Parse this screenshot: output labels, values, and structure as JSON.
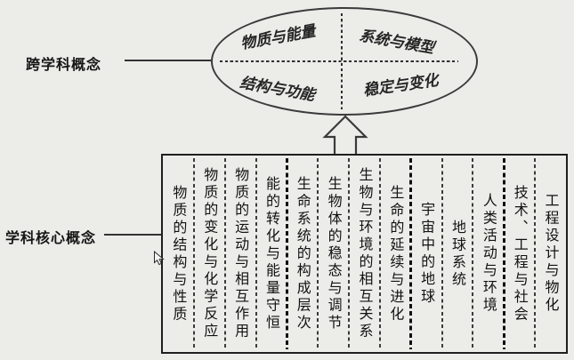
{
  "cross_disciplinary": {
    "label": "跨学科概念",
    "quadrants": [
      {
        "position": "top-left",
        "label": "物质与能量"
      },
      {
        "position": "top-right",
        "label": "系统与模型"
      },
      {
        "position": "bottom-left",
        "label": "结构与功能"
      },
      {
        "position": "bottom-right",
        "label": "稳定与变化"
      }
    ]
  },
  "core_concepts": {
    "label": "学科核心概念",
    "columns": [
      {
        "label": "物质的结构与性质"
      },
      {
        "label": "物质的变化与化学反应"
      },
      {
        "label": "物质的运动与相互作用"
      },
      {
        "label": "能的转化与能量守恒",
        "group_end": true
      },
      {
        "label": "生命系统的构成层次"
      },
      {
        "label": "生物体的稳态与调节"
      },
      {
        "label": "生物与环境的相互关系"
      },
      {
        "label": "生命的延续与进化",
        "group_end": true
      },
      {
        "label": "宇宙中的地球"
      },
      {
        "label": "地球系统"
      },
      {
        "label": "人类活动与环境",
        "group_end": true
      },
      {
        "label": "技术、工程与社会"
      },
      {
        "label": "工程设计与物化"
      }
    ]
  },
  "icons": {
    "up_arrow": "hollow-block-arrow-up",
    "cursor": "mouse-pointer"
  },
  "colors": {
    "background": "#ECECE9",
    "line": "#333333",
    "text": "#1A1A1A"
  }
}
